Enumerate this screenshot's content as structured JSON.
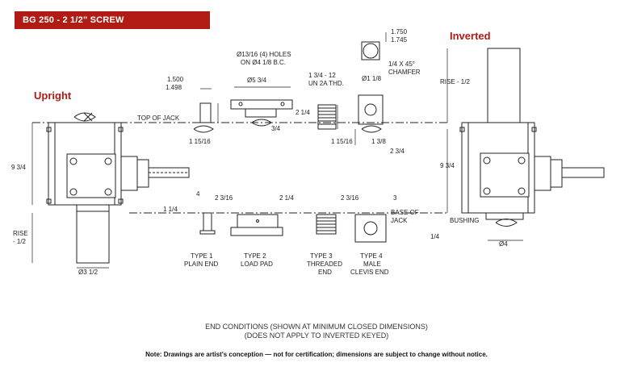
{
  "header": {
    "title": "BG 250 - 2 1/2\" SCREW"
  },
  "views": {
    "upright": "Upright",
    "inverted": "Inverted"
  },
  "labels": {
    "top_of_jack": "TOP OF JACK",
    "base_of_jack_1": "BASE OF",
    "base_of_jack_2": "JACK",
    "bushing": "BUSHING",
    "rise_left_1": "RISE",
    "rise_left_2": "- 1/2",
    "rise_right": "RISE - 1/2",
    "holes_1": "Ø13/16 (4) HOLES",
    "holes_2": "ON Ø4 1/8 B.C.",
    "thread_1": "1 3/4 - 12",
    "thread_2": "UN 2A THD.",
    "chamfer_1": "1/4 X 45°",
    "chamfer_2": "CHAMFER"
  },
  "dimensions": {
    "pin_top": "1.750",
    "pin_bottom": "1.745",
    "plain_top": "1.500",
    "plain_bottom": "1.498",
    "pad_dia": "Ø5 3/4",
    "clevis_hole": "Ø1 1/8",
    "two_quarter": "2 1/4",
    "three_quarter": "3/4",
    "one_15_16_a": "1 15/16",
    "one_15_16_b": "1 15/16",
    "one_three_eighths": "1 3/8",
    "two_three_quarter": "2 3/4",
    "nine_three_quarter_l": "9 3/4",
    "nine_three_quarter_r": "9 3/4",
    "four": "4",
    "one_quarter": "1 1/4",
    "two_3_16_a": "2 3/16",
    "two_1_4_b": "2 1/4",
    "two_3_16_b": "2 3/16",
    "three": "3",
    "dia_3_half": "Ø3 1/2",
    "dia_4": "Ø4",
    "quarter": "1/4"
  },
  "types": [
    {
      "name": "TYPE 1",
      "desc": "PLAIN END",
      "desc2": ""
    },
    {
      "name": "TYPE 2",
      "desc": "LOAD PAD",
      "desc2": ""
    },
    {
      "name": "TYPE 3",
      "desc": "THREADED",
      "desc2": "END"
    },
    {
      "name": "TYPE 4",
      "desc": "MALE",
      "desc2": "CLEVIS END"
    }
  ],
  "caption": {
    "line1": "END CONDITIONS (SHOWN AT MINIMUM CLOSED DIMENSIONS)",
    "line2": "(DOES NOT APPLY TO INVERTED KEYED)"
  },
  "note": "Note: Drawings are artist's conception — not for certification; dimensions are subject to change without notice.",
  "colors": {
    "accent": "#b01c14",
    "line": "#222222"
  }
}
